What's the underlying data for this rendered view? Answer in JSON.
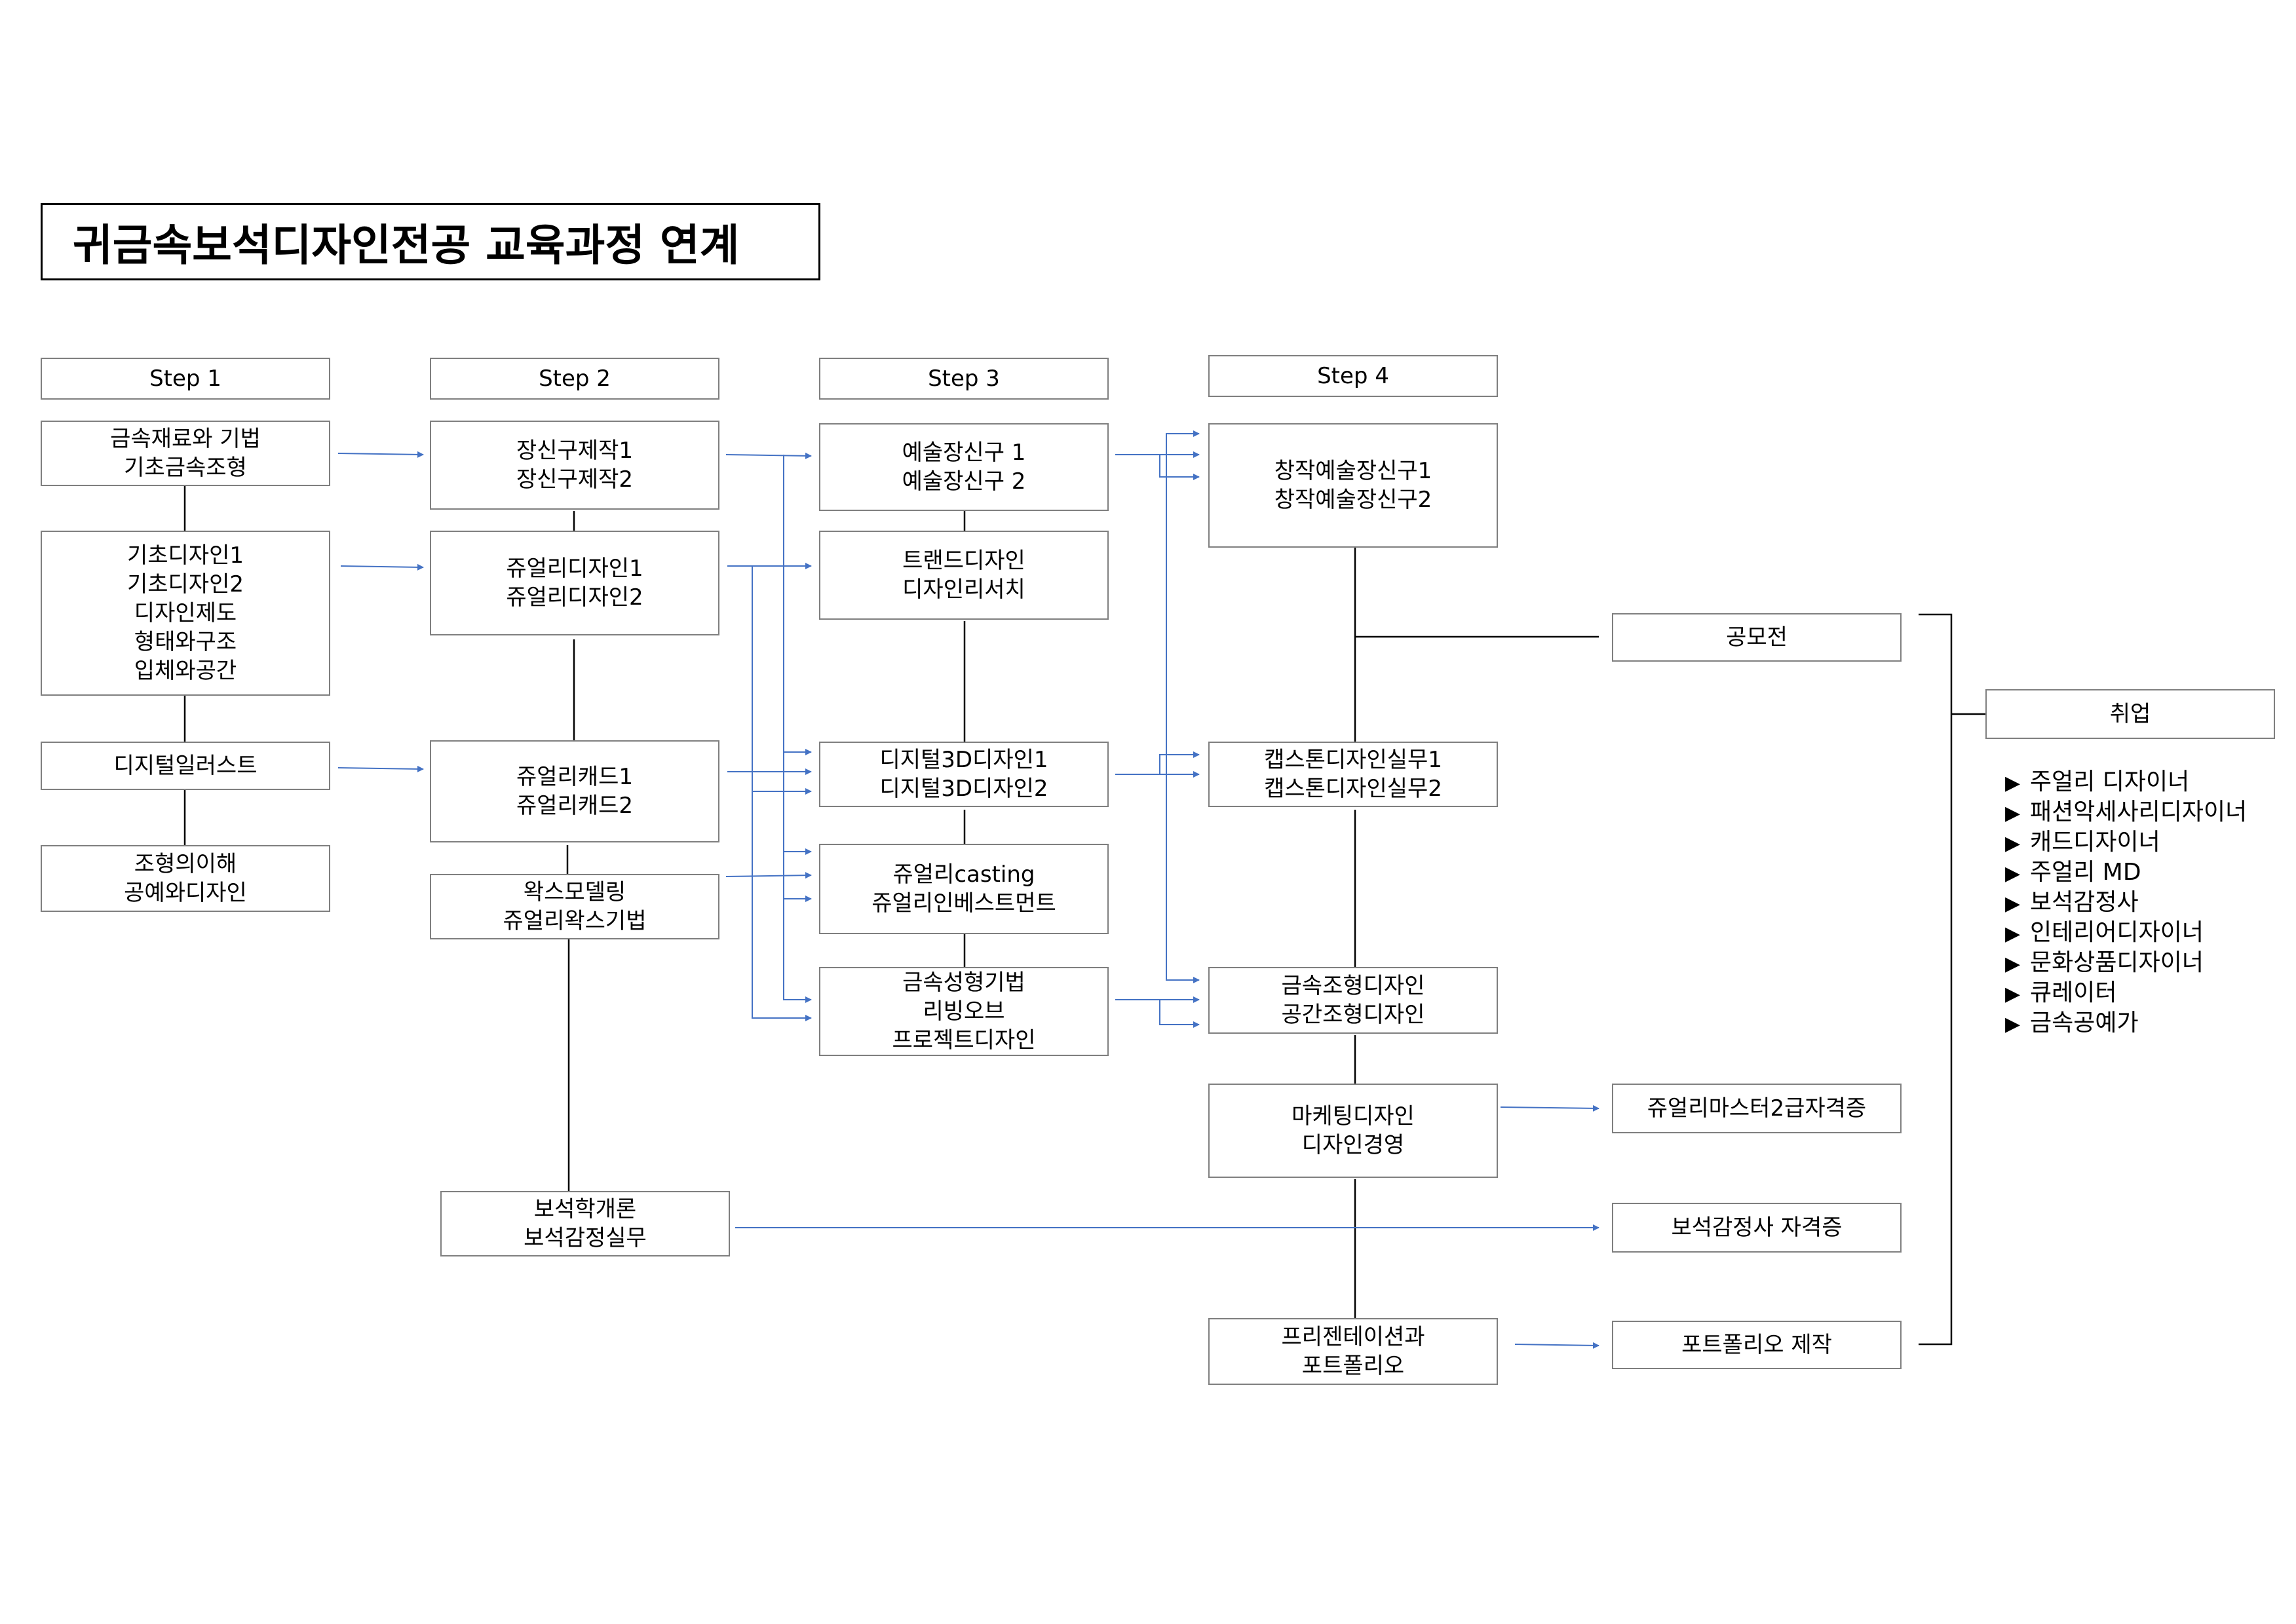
{
  "title": "귀금속보석디자인전공 교육과정 연계",
  "steps": [
    "Step 1",
    "Step 2",
    "Step 3",
    "Step 4"
  ],
  "step1": {
    "a": [
      "금속재료와 기법",
      "기초금속조형"
    ],
    "b": [
      "기초디자인1",
      "기초디자인2",
      "디자인제도",
      "형태와구조",
      "입체와공간"
    ],
    "c": [
      "디지털일러스트"
    ],
    "d": [
      "조형의이해",
      "공예와디자인"
    ]
  },
  "step2": {
    "a": [
      "장신구제작1",
      "장신구제작2"
    ],
    "b": [
      "쥬얼리디자인1",
      "쥬얼리디자인2"
    ],
    "c": [
      "쥬얼리캐드1",
      "쥬얼리캐드2"
    ],
    "d": [
      "왁스모델링",
      "쥬얼리왁스기법"
    ],
    "e": [
      "보석학개론",
      "보석감정실무"
    ]
  },
  "step3": {
    "a": [
      "예술장신구 1",
      "예술장신구 2"
    ],
    "b": [
      "트랜드디자인",
      "디자인리서치"
    ],
    "c": [
      "디지털3D디자인1",
      "디지털3D디자인2"
    ],
    "d": [
      "쥬얼리casting",
      "쥬얼리인베스트먼트"
    ],
    "e": [
      "금속성형기법",
      "리빙오브",
      "프로젝트디자인"
    ]
  },
  "step4": {
    "a": [
      "창작예술장신구1",
      "창작예술장신구2"
    ],
    "b": [
      "캡스톤디자인실무1",
      "캡스톤디자인실무2"
    ],
    "c": [
      "금속조형디자인",
      "공간조형디자인"
    ],
    "d": [
      "마케팅디자인",
      "디자인경영"
    ],
    "e": [
      "프리젠테이션과",
      "포트폴리오"
    ]
  },
  "outcomes": {
    "contest": "공모전",
    "cert_jewelry": "쥬얼리마스터2급자격증",
    "cert_gem": "보석감정사 자격증",
    "portfolio": "포트폴리오 제작"
  },
  "employment": {
    "label": "취업",
    "jobs": [
      "주얼리 디자이너",
      "패션악세사리디자이너",
      "캐드디자이너",
      "주얼리 MD",
      "보석감정사",
      "인테리어디자이너",
      "문화상품디자이너",
      "큐레이터",
      "금속공예가"
    ]
  },
  "colors": {
    "arrow": "#4472c4",
    "line": "#000000",
    "border": "#7f7f7f"
  }
}
